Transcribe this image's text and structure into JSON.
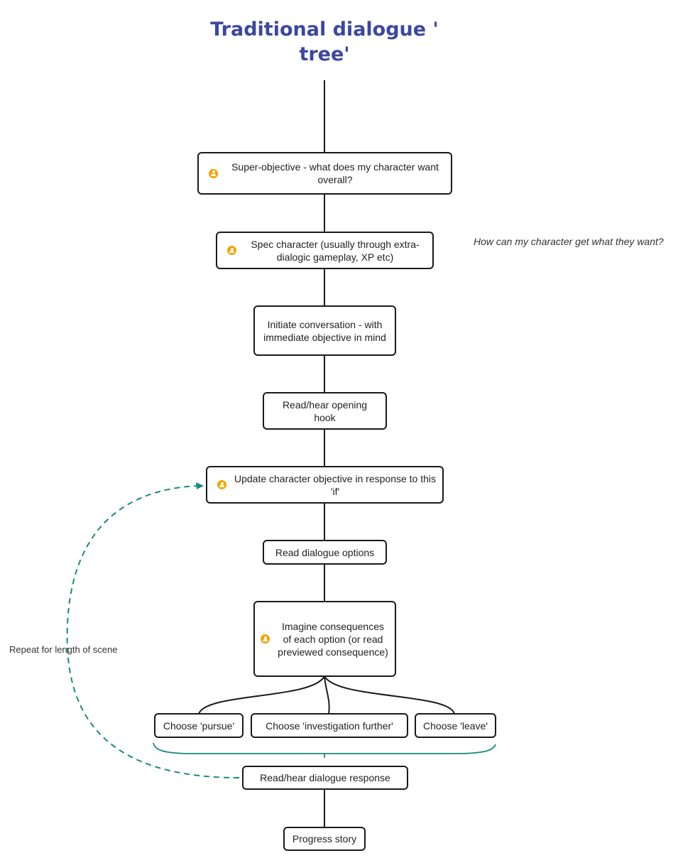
{
  "title": "Traditional dialogue ' tree'",
  "nodes": {
    "super_objective": "Super-objective - what does my character want overall?",
    "spec_character": "Spec character (usually through extra-dialogic gameplay, XP etc)",
    "initiate_conversation": "Initiate conversation - with immediate objective in mind",
    "opening_hook": "Read/hear opening hook",
    "update_objective": "Update character objective in response to this 'if'",
    "read_options": "Read dialogue options",
    "imagine_consequences": "Imagine consequences of each option (or read previewed consequence)",
    "choose_pursue": "Choose 'pursue'",
    "choose_investigation": "Choose 'investigation further'",
    "choose_leave": "Choose 'leave'",
    "dialogue_response": "Read/hear dialogue response",
    "progress_story": "Progress story"
  },
  "annotations": {
    "side_note": "How can my character get what they want?",
    "loop_label": "Repeat for length of scene"
  },
  "colors": {
    "title": "#3b47a0",
    "icon": "#f2a500",
    "loop": "#1a8a7a",
    "line": "#1a1a1a"
  },
  "icons": {
    "node_icon": "person-icon"
  }
}
